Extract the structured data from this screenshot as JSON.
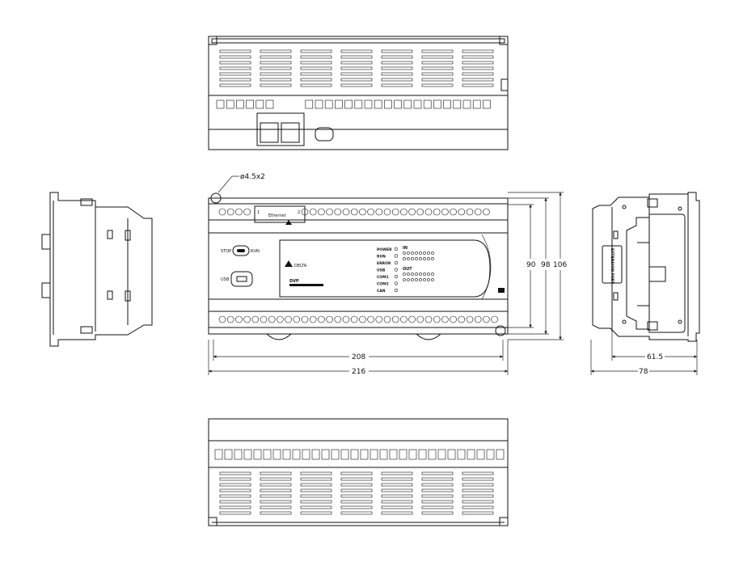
{
  "drawing": {
    "hole_callout": "ø4.5x2",
    "front_panel": {
      "ethernet_label": "Ethernet",
      "ethernet_ports": [
        "1",
        "2"
      ],
      "switch_left": "STOP",
      "switch_right": "RUN",
      "usb_label": "USB",
      "status_leds": [
        "POWER",
        "RUN",
        "ERROR",
        "USB",
        "COM1",
        "COM2",
        "CAN"
      ],
      "in_label": "IN",
      "out_label": "OUT",
      "model": "DVP"
    },
    "side_panel": {
      "extension_port_label": "EXTENSION PORT"
    },
    "dimensions": {
      "width_inner": "208",
      "width_outer": "216",
      "height_1": "90",
      "height_2": "98",
      "height_3": "106",
      "depth_inner": "61.5",
      "depth_outer": "78"
    }
  }
}
